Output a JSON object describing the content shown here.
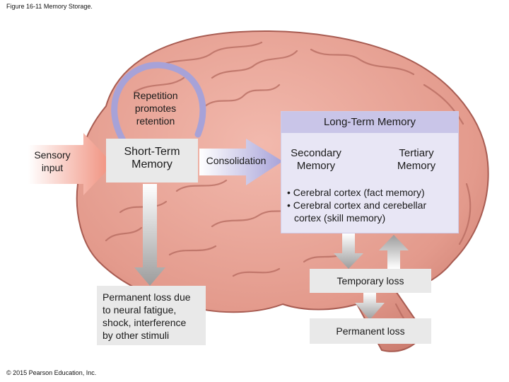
{
  "figure_title": "Figure 16-11 Memory Storage.",
  "copyright": "© 2015 Pearson Education, Inc.",
  "labels": {
    "repetition": [
      "Repetition",
      "promotes",
      "retention"
    ],
    "sensory": [
      "Sensory",
      "input"
    ],
    "short_term": [
      "Short-Term",
      "Memory"
    ],
    "consolidation": "Consolidation",
    "long_term_title": "Long-Term Memory",
    "secondary": [
      "Secondary",
      "Memory"
    ],
    "tertiary": [
      "Tertiary",
      "Memory"
    ],
    "cortex_lines": [
      "• Cerebral cortex (fact memory)",
      "• Cerebral cortex and cerebellar",
      "cortex (skill memory)"
    ],
    "temporary_loss": "Temporary loss",
    "permanent_loss_left": [
      "Permanent loss due",
      "to neural fatigue,",
      "shock, interference",
      "by other stimuli"
    ],
    "permanent_loss_right": "Permanent loss"
  },
  "colors": {
    "brain": "#e8a497",
    "brain_dark": "#b8675d",
    "lavender_box": "#e8e6f5",
    "lavender_header": "#c9c5e8",
    "arrow_lavender": "#a7a2d8",
    "arrow_sensory": "#f08d7a",
    "arrow_grey": "#b5b5b5"
  }
}
